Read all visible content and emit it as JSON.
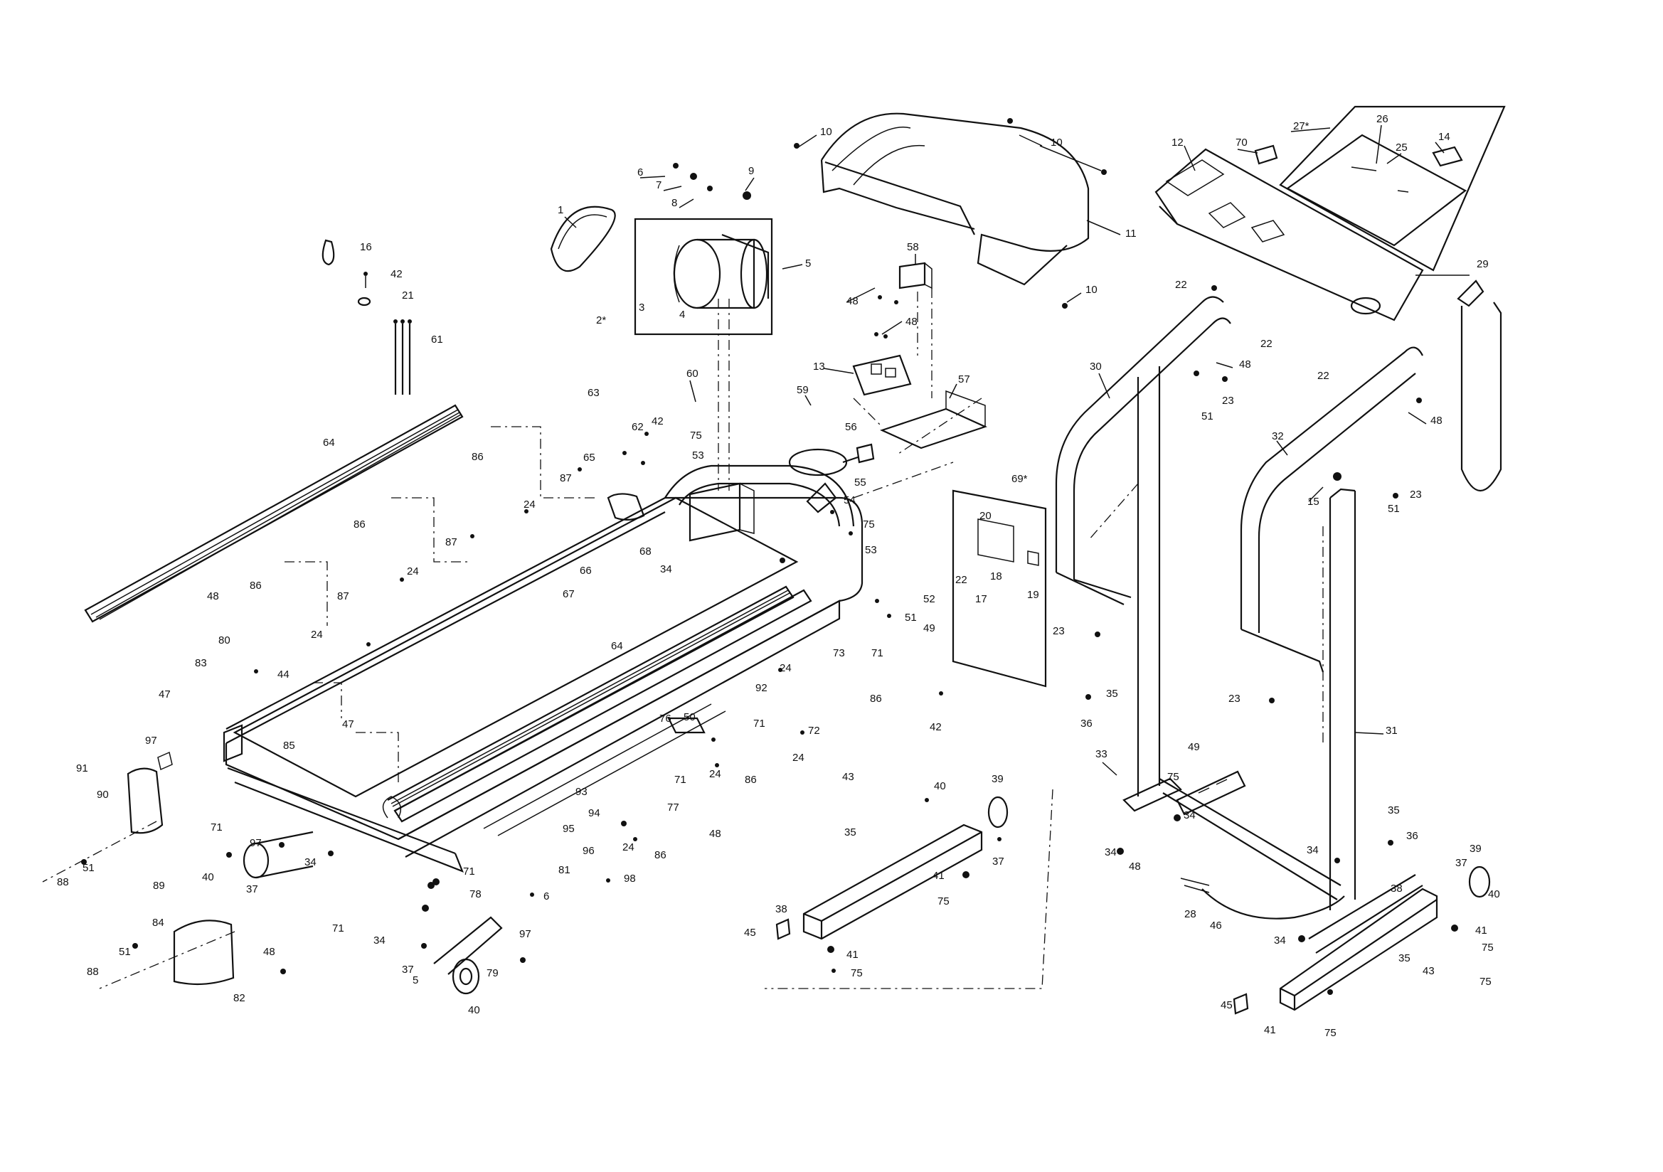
{
  "labels": {
    "l1": "1",
    "l2": "2*",
    "l3": "3",
    "l4": "4",
    "l5": "5",
    "l5b": "5",
    "l6": "6",
    "l6b": "6",
    "l7": "7",
    "l8": "8",
    "l9": "9",
    "l10a": "10",
    "l10b": "10",
    "l10c": "10",
    "l11": "11",
    "l12": "12",
    "l13": "13",
    "l14": "14",
    "l15": "15",
    "l16": "16",
    "l17": "17",
    "l18": "18",
    "l19": "19",
    "l20": "20",
    "l21": "21",
    "l22a": "22",
    "l22b": "22",
    "l22c": "22",
    "l22d": "22",
    "l23a": "23",
    "l23b": "23",
    "l23c": "23",
    "l23d": "23",
    "l24a": "24",
    "l24b": "24",
    "l24c": "24",
    "l24d": "24",
    "l24e": "24",
    "l24f": "24",
    "l24g": "24",
    "l25": "25",
    "l26": "26",
    "l27": "27*",
    "l28": "28",
    "l29": "29",
    "l30": "30",
    "l31": "31",
    "l32": "32",
    "l33": "33",
    "l34a": "34",
    "l34b": "34",
    "l34c": "34",
    "l34d": "34",
    "l34e": "34",
    "l34f": "34",
    "l34g": "34",
    "l35a": "35",
    "l35b": "35",
    "l35c": "35",
    "l35d": "35",
    "l36a": "36",
    "l36b": "36",
    "l37a": "37",
    "l37b": "37",
    "l37c": "37",
    "l37d": "37",
    "l38a": "38",
    "l38b": "38",
    "l39a": "39",
    "l39b": "39",
    "l40a": "40",
    "l40b": "40",
    "l40c": "40",
    "l40d": "40",
    "l41a": "41",
    "l41b": "41",
    "l41c": "41",
    "l41d": "41",
    "l42a": "42",
    "l42b": "42",
    "l42c": "42",
    "l43a": "43",
    "l43b": "43",
    "l44": "44",
    "l45a": "45",
    "l45b": "45",
    "l46": "46",
    "l47a": "47",
    "l47b": "47",
    "l48a": "48",
    "l48b": "48",
    "l48c": "48",
    "l48d": "48",
    "l48e": "48",
    "l48f": "48",
    "l48g": "48",
    "l48h": "48",
    "l49a": "49",
    "l49b": "49",
    "l50": "50",
    "l51a": "51",
    "l51b": "51",
    "l51c": "51",
    "l51d": "51",
    "l51e": "51",
    "l52": "52",
    "l53a": "53",
    "l53b": "53",
    "l54": "54",
    "l55": "55",
    "l56": "56",
    "l57": "57",
    "l58": "58",
    "l59": "59",
    "l60": "60",
    "l61": "61",
    "l62": "62",
    "l63": "63",
    "l64a": "64",
    "l64b": "64",
    "l65": "65",
    "l66": "66",
    "l67": "67",
    "l68": "68",
    "l69": "69*",
    "l70": "70",
    "l71a": "71",
    "l71b": "71",
    "l71c": "71",
    "l71d": "71",
    "l71e": "71",
    "l71f": "71",
    "l72": "72",
    "l73": "73",
    "l75a": "75",
    "l75b": "75",
    "l75c": "75",
    "l75d": "75",
    "l75e": "75",
    "l75f": "75",
    "l75g": "75",
    "l75h": "75",
    "l76": "76",
    "l77": "77",
    "l78": "78",
    "l79": "79",
    "l80": "80",
    "l81": "81",
    "l82": "82",
    "l83": "83",
    "l84": "84",
    "l85": "85",
    "l86a": "86",
    "l86b": "86",
    "l86c": "86",
    "l86d": "86",
    "l86e": "86",
    "l86f": "86",
    "l87a": "87",
    "l87b": "87",
    "l87c": "87",
    "l88a": "88",
    "l88b": "88",
    "l89": "89",
    "l90": "90",
    "l91": "91",
    "l92": "92",
    "l93": "93",
    "l94": "94",
    "l95": "95",
    "l96": "96",
    "l97a": "97",
    "l97b": "97",
    "l97c": "97",
    "l98": "98"
  }
}
